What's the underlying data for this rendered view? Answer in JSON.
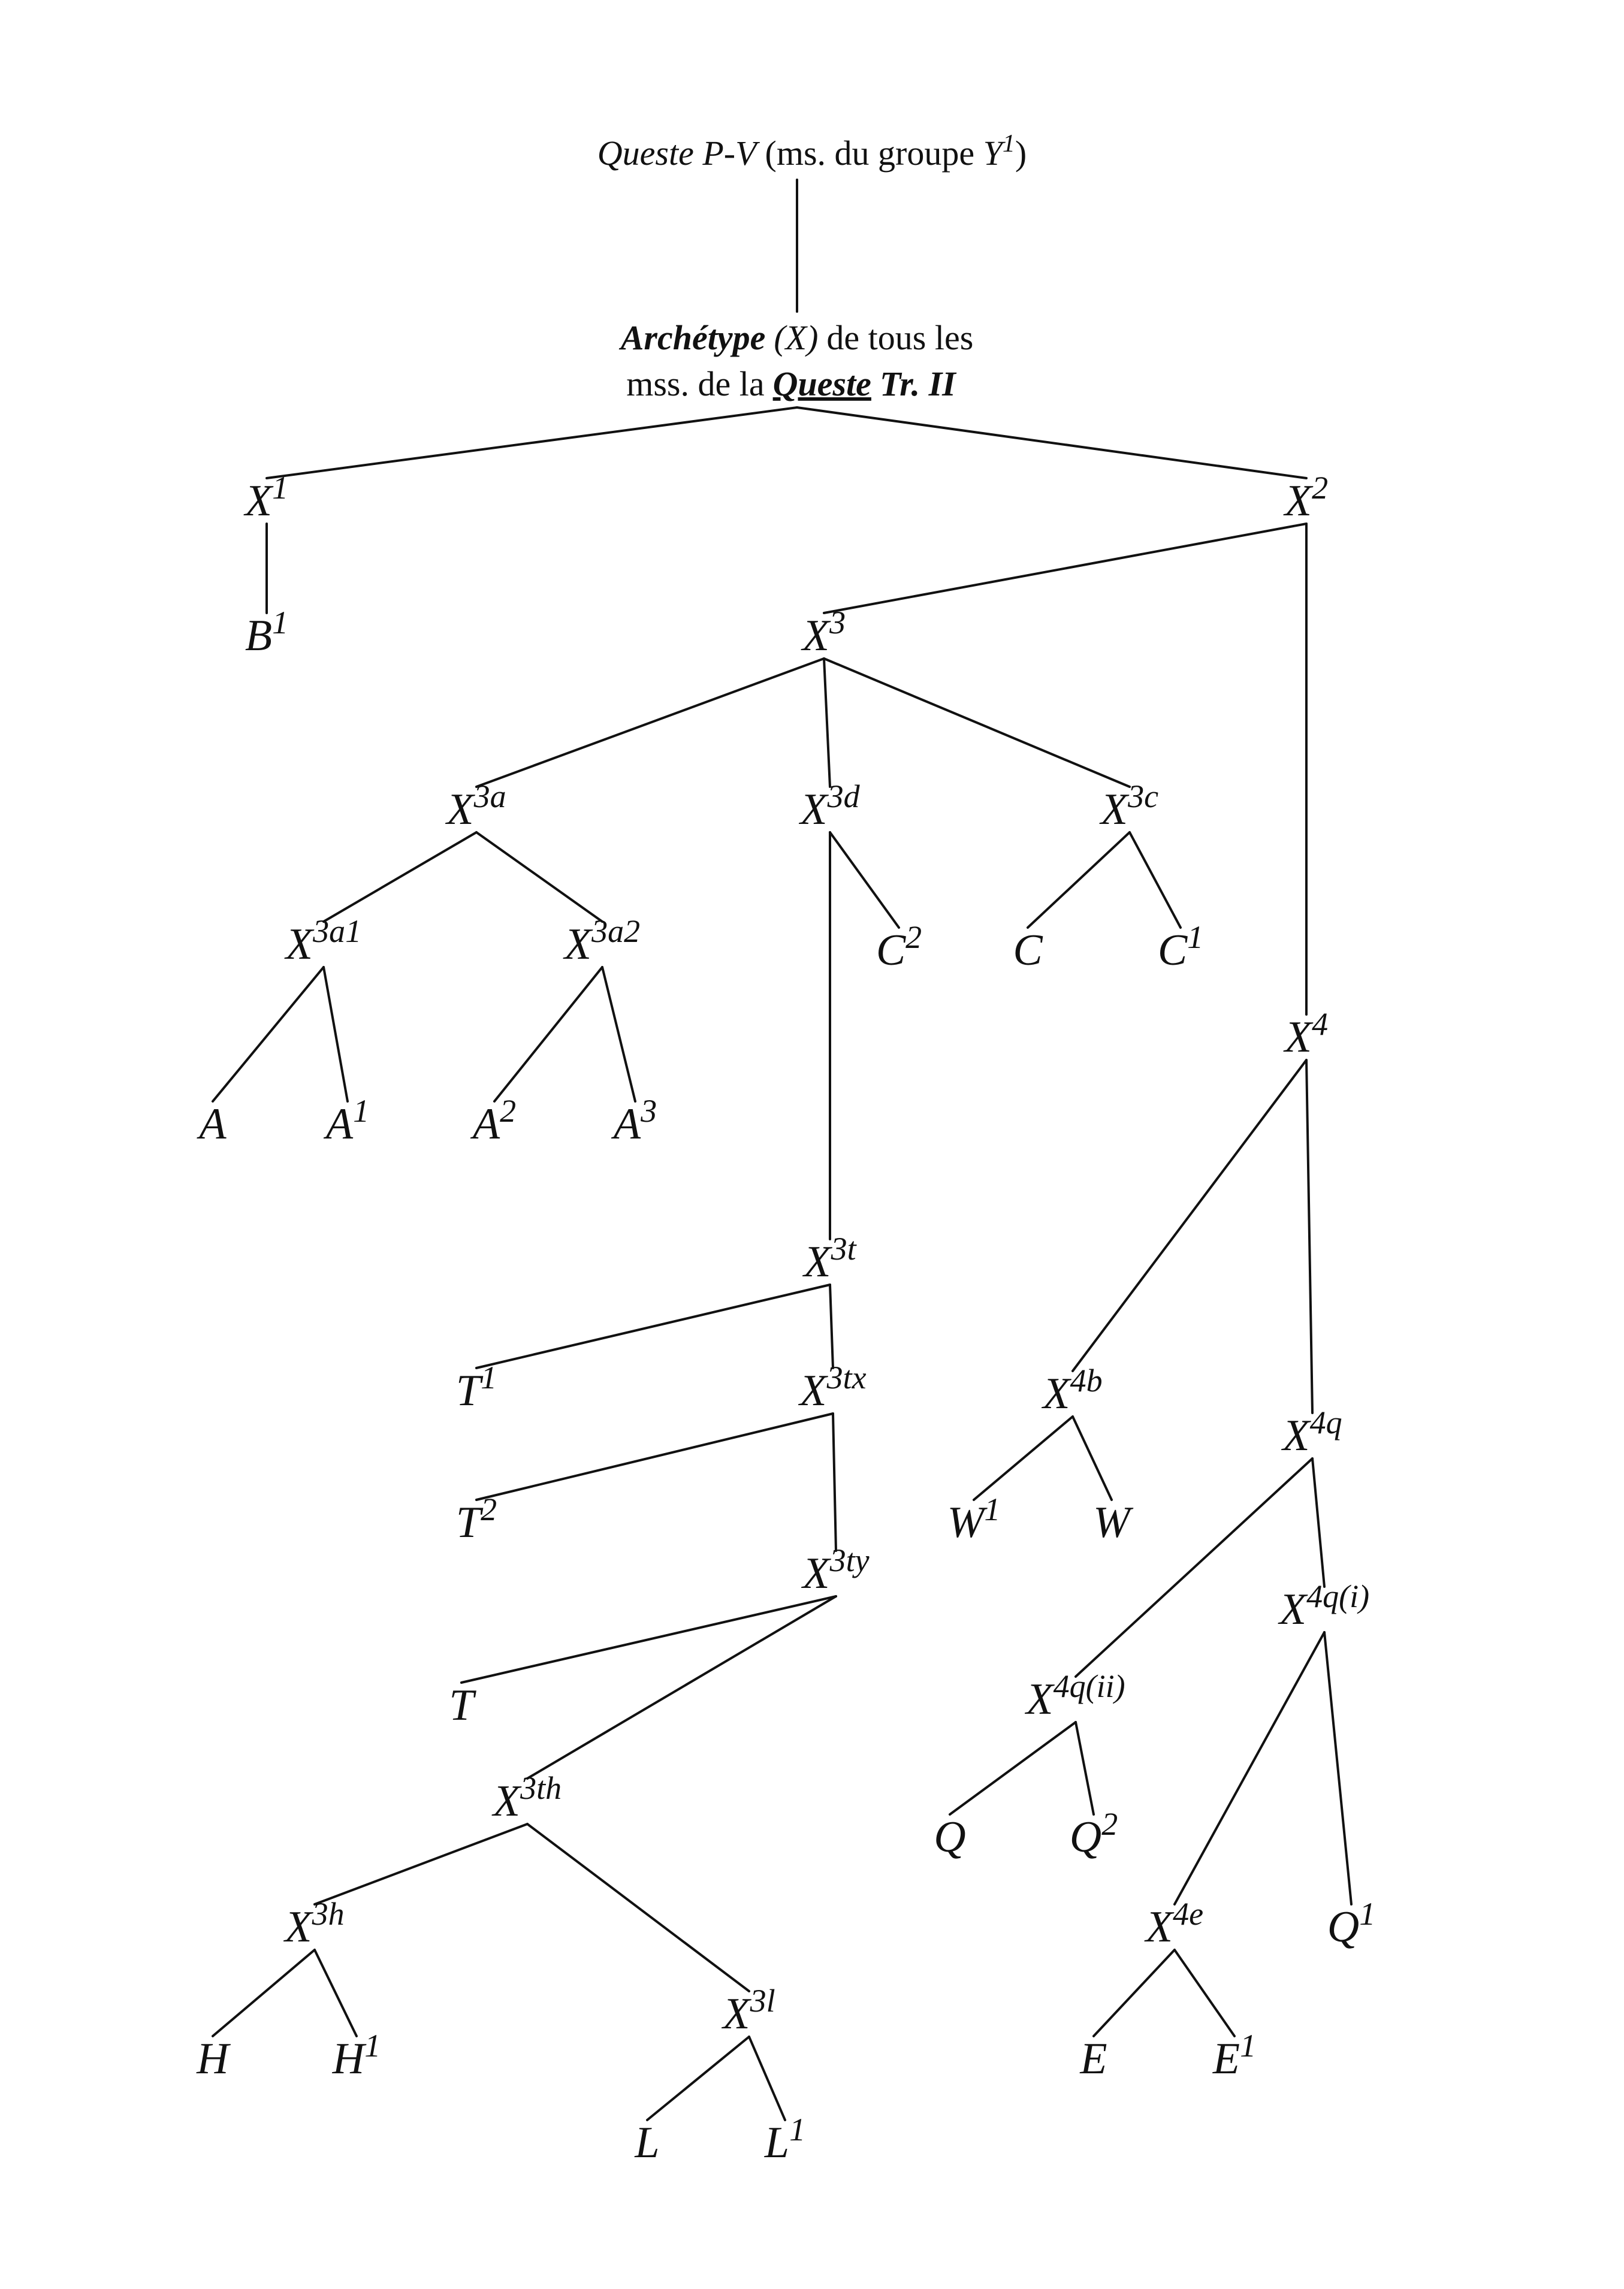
{
  "title": {
    "work": "Queste P-V",
    "group_open": "(ms. du groupe ",
    "group_sigil": "Y",
    "group_sup": "1",
    "group_close": ")"
  },
  "archetype": {
    "label": "Archétype",
    "sigil": "(X)",
    "line1_rest": "de tous les",
    "line2_pre": "mss. de la",
    "work": "Queste",
    "work_suffix": "Tr. II"
  },
  "nodes": [
    {
      "id": "X1",
      "base": "X",
      "sup": "1"
    },
    {
      "id": "X2",
      "base": "X",
      "sup": "2"
    },
    {
      "id": "B1",
      "base": "B",
      "sup": "1"
    },
    {
      "id": "X3",
      "base": "X",
      "sup": "3"
    },
    {
      "id": "X3a",
      "base": "X",
      "sup": "3a"
    },
    {
      "id": "X3d",
      "base": "X",
      "sup": "3d"
    },
    {
      "id": "X3c",
      "base": "X",
      "sup": "3c"
    },
    {
      "id": "X3a1",
      "base": "X",
      "sup": "3a1"
    },
    {
      "id": "X3a2",
      "base": "X",
      "sup": "3a2"
    },
    {
      "id": "C2",
      "base": "C",
      "sup": "2"
    },
    {
      "id": "C",
      "base": "C",
      "sup": ""
    },
    {
      "id": "C1",
      "base": "C",
      "sup": "1"
    },
    {
      "id": "A",
      "base": "A",
      "sup": ""
    },
    {
      "id": "A1",
      "base": "A",
      "sup": "1"
    },
    {
      "id": "A2",
      "base": "A",
      "sup": "2"
    },
    {
      "id": "A3",
      "base": "A",
      "sup": "3"
    },
    {
      "id": "X4",
      "base": "X",
      "sup": "4"
    },
    {
      "id": "X3t",
      "base": "X",
      "sup": "3t"
    },
    {
      "id": "T1",
      "base": "T",
      "sup": "1"
    },
    {
      "id": "X3tx",
      "base": "X",
      "sup": "3tx"
    },
    {
      "id": "T2",
      "base": "T",
      "sup": "2"
    },
    {
      "id": "X3ty",
      "base": "X",
      "sup": "3ty"
    },
    {
      "id": "T",
      "base": "T",
      "sup": ""
    },
    {
      "id": "X3th",
      "base": "X",
      "sup": "3th"
    },
    {
      "id": "X3h",
      "base": "X",
      "sup": "3h"
    },
    {
      "id": "X3l",
      "base": "X",
      "sup": "3l"
    },
    {
      "id": "H",
      "base": "H",
      "sup": ""
    },
    {
      "id": "H1",
      "base": "H",
      "sup": "1"
    },
    {
      "id": "L",
      "base": "L",
      "sup": ""
    },
    {
      "id": "L1",
      "base": "L",
      "sup": "1"
    },
    {
      "id": "X4b",
      "base": "X",
      "sup": "4b"
    },
    {
      "id": "W1",
      "base": "W",
      "sup": "1"
    },
    {
      "id": "W",
      "base": "W",
      "sup": ""
    },
    {
      "id": "X4q",
      "base": "X",
      "sup": "4q"
    },
    {
      "id": "X4qi",
      "base": "X",
      "sup": "4q(i)"
    },
    {
      "id": "X4qii",
      "base": "X",
      "sup": "4q(ii)"
    },
    {
      "id": "Q",
      "base": "Q",
      "sup": ""
    },
    {
      "id": "Q2",
      "base": "Q",
      "sup": "2"
    },
    {
      "id": "X4e",
      "base": "X",
      "sup": "4e"
    },
    {
      "id": "Q1",
      "base": "Q",
      "sup": "1"
    },
    {
      "id": "E",
      "base": "E",
      "sup": ""
    },
    {
      "id": "E1",
      "base": "E",
      "sup": "1"
    }
  ],
  "edges": [
    [
      "title",
      "archetype"
    ],
    [
      "archetype",
      "X1"
    ],
    [
      "archetype",
      "X2"
    ],
    [
      "X1",
      "B1"
    ],
    [
      "X2",
      "X3"
    ],
    [
      "X2",
      "X4"
    ],
    [
      "X3",
      "X3a"
    ],
    [
      "X3",
      "X3d"
    ],
    [
      "X3",
      "X3c"
    ],
    [
      "X3a",
      "X3a1"
    ],
    [
      "X3a",
      "X3a2"
    ],
    [
      "X3a1",
      "A"
    ],
    [
      "X3a1",
      "A1"
    ],
    [
      "X3a2",
      "A2"
    ],
    [
      "X3a2",
      "A3"
    ],
    [
      "X3d",
      "C2"
    ],
    [
      "X3d",
      "X3t"
    ],
    [
      "X3c",
      "C"
    ],
    [
      "X3c",
      "C1"
    ],
    [
      "X3t",
      "T1"
    ],
    [
      "X3t",
      "X3tx"
    ],
    [
      "X3tx",
      "T2"
    ],
    [
      "X3tx",
      "X3ty"
    ],
    [
      "X3ty",
      "T"
    ],
    [
      "X3ty",
      "X3th"
    ],
    [
      "X3th",
      "X3h"
    ],
    [
      "X3th",
      "X3l"
    ],
    [
      "X3h",
      "H"
    ],
    [
      "X3h",
      "H1"
    ],
    [
      "X3l",
      "L"
    ],
    [
      "X3l",
      "L1"
    ],
    [
      "X4",
      "X4b"
    ],
    [
      "X4",
      "X4q"
    ],
    [
      "X4b",
      "W1"
    ],
    [
      "X4b",
      "W"
    ],
    [
      "X4q",
      "X4qii"
    ],
    [
      "X4q",
      "X4qi"
    ],
    [
      "X4qii",
      "Q"
    ],
    [
      "X4qii",
      "Q2"
    ],
    [
      "X4qi",
      "X4e"
    ],
    [
      "X4qi",
      "Q1"
    ],
    [
      "X4e",
      "E"
    ],
    [
      "X4e",
      "E1"
    ]
  ]
}
